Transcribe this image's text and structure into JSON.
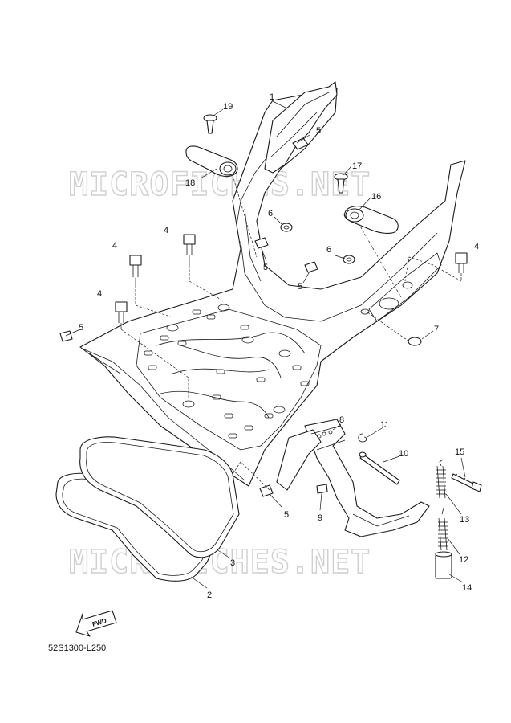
{
  "watermark": {
    "text": "MICROFICHES.NET"
  },
  "reference_code": "52S1300-L250",
  "fwd_label": "FWD",
  "callouts": {
    "c1": "1",
    "c2": "2",
    "c3": "3",
    "c4a": "4",
    "c4b": "4",
    "c4c": "4",
    "c4d": "4",
    "c5a": "5",
    "c5b": "5",
    "c5c": "5",
    "c5d": "5",
    "c5e": "5",
    "c6a": "6",
    "c6b": "6",
    "c7": "7",
    "c8": "8",
    "c9": "9",
    "c10": "10",
    "c11": "11",
    "c12": "12",
    "c13": "13",
    "c14": "14",
    "c15": "15",
    "c16": "16",
    "c17": "17",
    "c18": "18",
    "c19": "19"
  }
}
